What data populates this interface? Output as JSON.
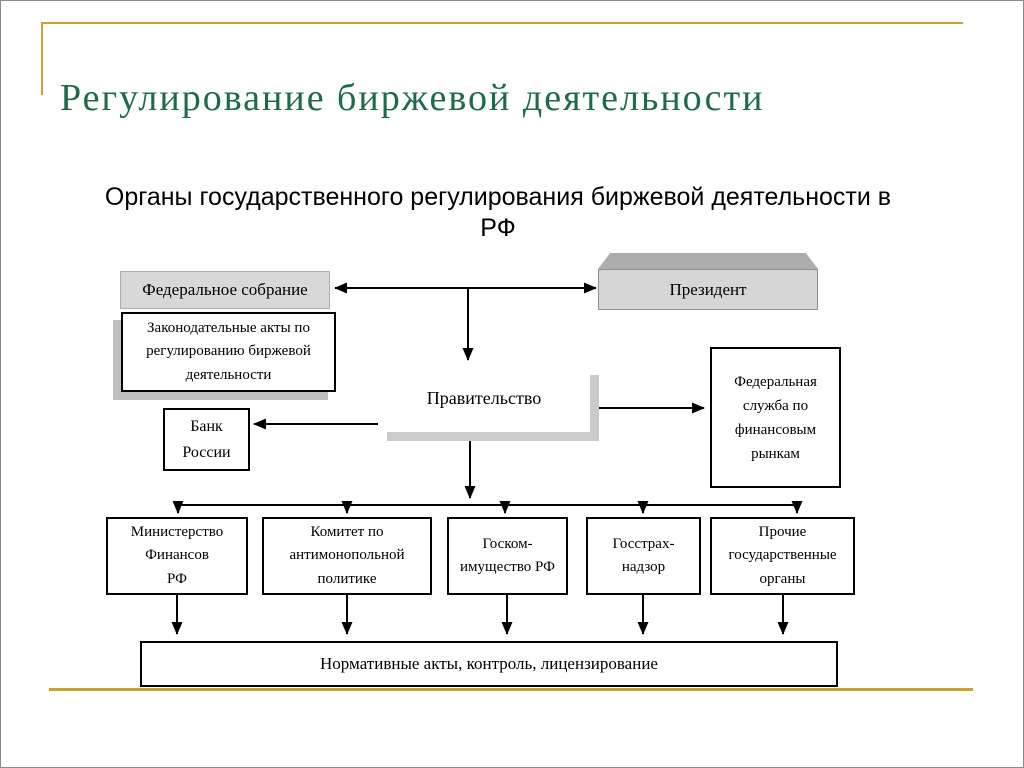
{
  "slide": {
    "title": "Регулирование биржевой деятельности",
    "subtitle": {
      "line1": "Органы государственного регулирования биржевой деятельности в",
      "line2": "РФ"
    }
  },
  "diagram": {
    "federal_assembly": {
      "label": "Федеральное собрание"
    },
    "president": {
      "label": "Президент"
    },
    "legislative_acts": {
      "lines": [
        "Законодательные акты по",
        "регулированию биржевой",
        "деятельности"
      ]
    },
    "government": {
      "label": "Правительство"
    },
    "financial_markets_service": {
      "lines": [
        "Федеральная",
        "служба по",
        "финансовым",
        "рынкам"
      ]
    },
    "bank_of_russia": {
      "lines": [
        "Банк",
        "России"
      ]
    },
    "ministry_of_finance": {
      "lines": [
        "Министерство",
        "Финансов",
        "РФ"
      ]
    },
    "antimonopoly_committee": {
      "lines": [
        "Комитет по",
        "антимонопольной",
        "политике"
      ]
    },
    "goskomimushchestvo": {
      "lines": [
        "Госком-",
        "имущество РФ"
      ]
    },
    "gosstrakhnadzor": {
      "lines": [
        "Госстрах-",
        "надзор"
      ]
    },
    "other_state_bodies": {
      "lines": [
        "Прочие",
        "государственные",
        "органы"
      ]
    },
    "normative_bar": {
      "label": "Нормативные акты, контроль, лицензирование"
    }
  },
  "colors": {
    "title_green": "#1E6B4A",
    "accent_gold": "#C7A42E",
    "box_gray": "#D6D6D6",
    "box_gray_top": "#ADADAD",
    "shadow_gray": "#C0C0C0",
    "line_black": "#000000"
  }
}
